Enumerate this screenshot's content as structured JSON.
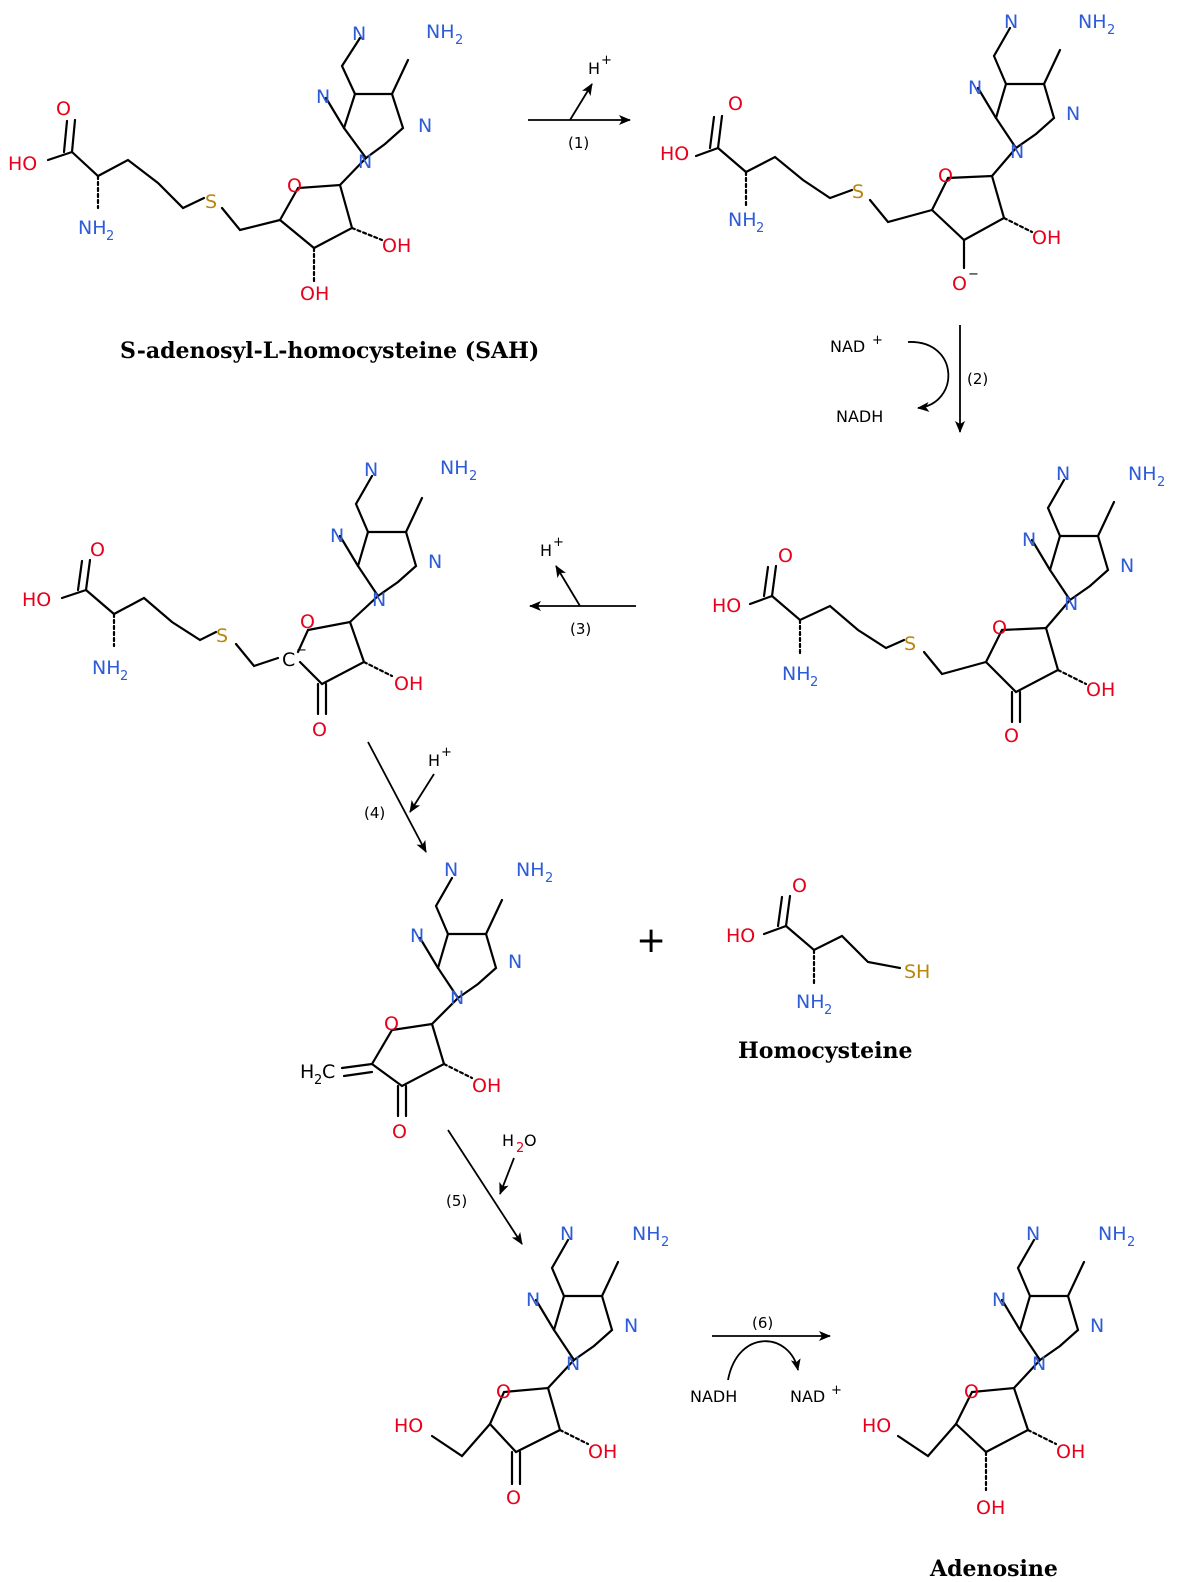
{
  "colors": {
    "N": "#2e5cd6",
    "O": "#e8001c",
    "S": "#b8860b",
    "C": "#000000"
  },
  "titles": {
    "sah": "S-adenosyl-L-homocysteine (SAH)",
    "homocysteine": "Homocysteine",
    "adenosine": "Adenosine"
  },
  "steps": {
    "s1": "(1)",
    "s2": "(2)",
    "s3": "(3)",
    "s4": "(4)",
    "s5": "(5)",
    "s6": "(6)"
  },
  "reagents": {
    "h_plus": "H",
    "plus_charge": "+",
    "minus_charge": "−",
    "nad_plus": "NAD",
    "nadh": "NADH",
    "water_h": "H",
    "water_2": "2",
    "water_o": "O"
  },
  "atoms": {
    "N": "N",
    "NH": "NH",
    "sub2": "2",
    "O": "O",
    "OH": "OH",
    "HO": "HO",
    "S": "S",
    "SH": "SH",
    "C": "C",
    "H2C_H": "H",
    "H2C_C": "C"
  },
  "plus_sign": "+"
}
